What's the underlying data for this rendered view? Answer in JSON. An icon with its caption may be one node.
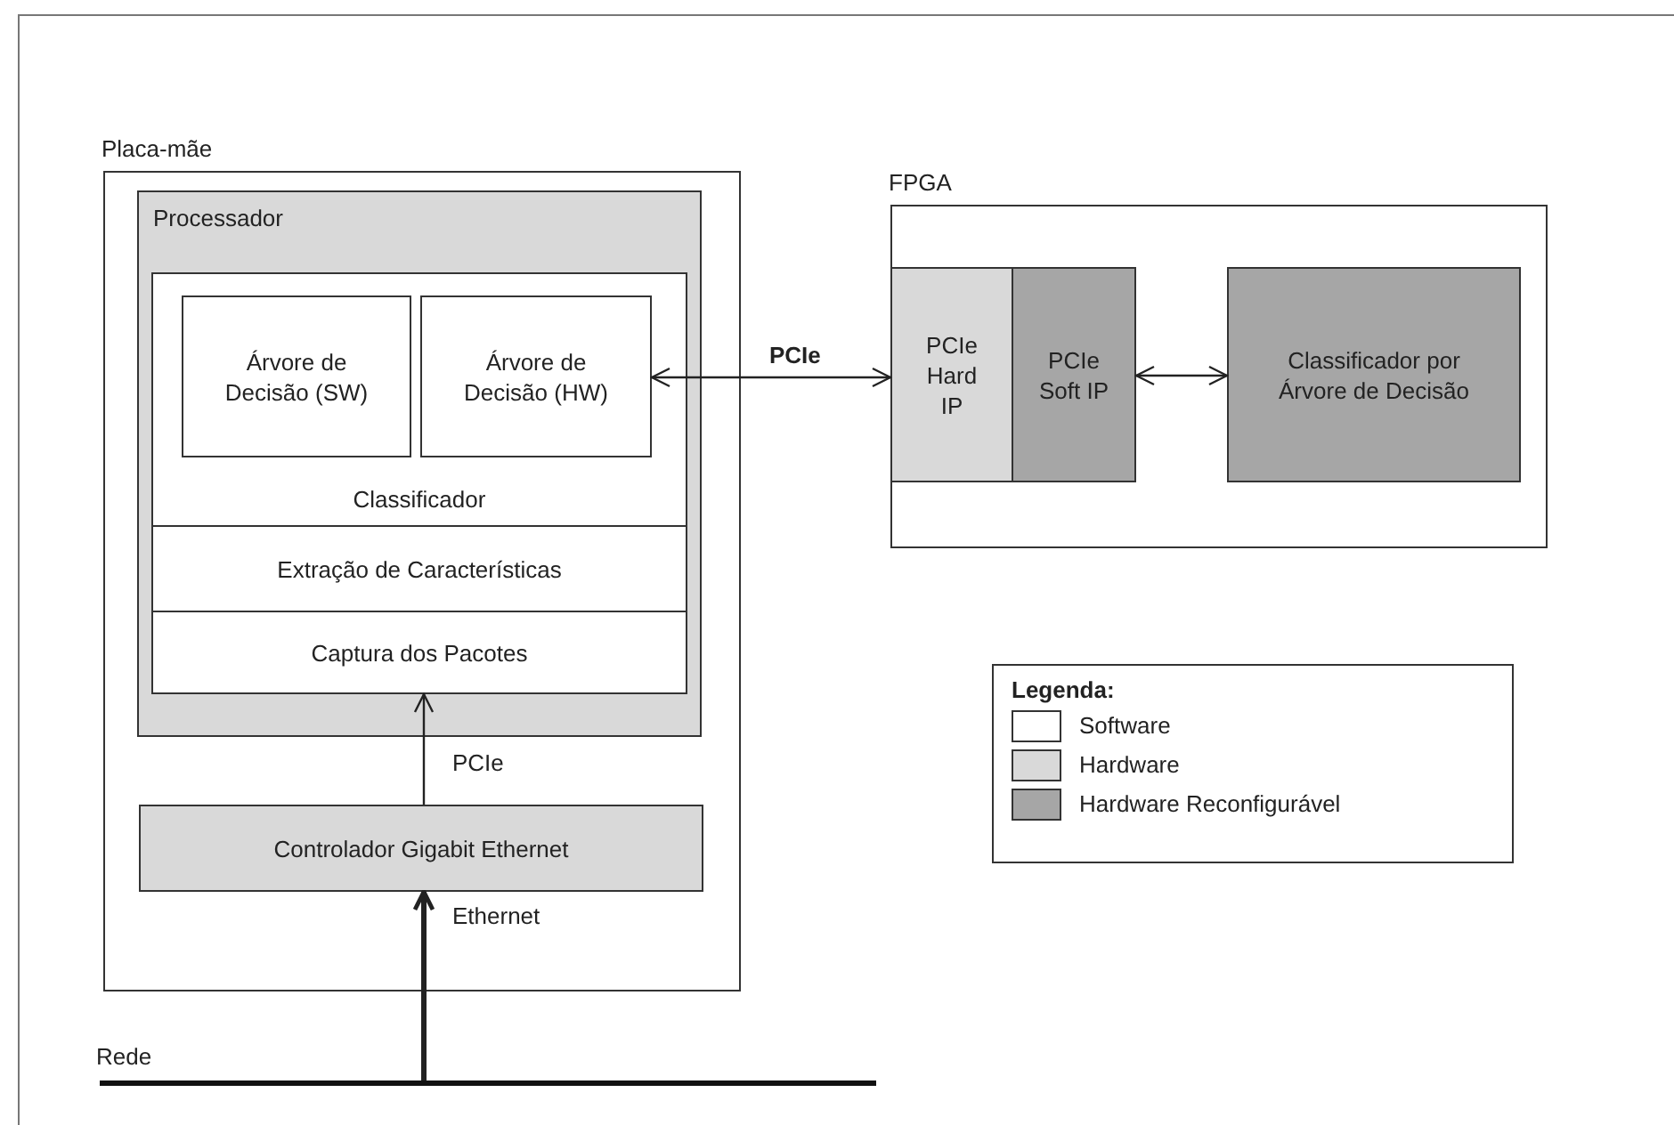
{
  "diagram": {
    "nodes": [
      {
        "text": [
          "Placa-mãe"
        ]
      },
      {
        "text": [
          "Processador"
        ],
        "in": 0
      },
      {
        "text": [
          "Classificador"
        ],
        "in": 1
      },
      {
        "text": [
          "Árvore de Decisão (SW)"
        ],
        "in": 2
      },
      {
        "text": [
          "Árvore de Decisão (HW)"
        ],
        "in": 2
      },
      {
        "text": [
          "Extração de Características"
        ],
        "in": 1
      },
      {
        "text": [
          "Captura dos Pacotes"
        ],
        "in": 1
      },
      {
        "text": [
          "Controlador Gigabit Ethernet"
        ],
        "in": 0
      },
      {
        "text": [
          "Rede"
        ]
      },
      {
        "text": [
          "FPGA"
        ]
      },
      {
        "text": [
          "PCIe Hard IP"
        ],
        "in": 9
      },
      {
        "text": [
          "PCIe Soft IP"
        ],
        "in": 9
      },
      {
        "text": [
          "Classificador por Árvore de Decisão"
        ],
        "in": 9
      }
    ],
    "edges": [
      {
        "from": 4,
        "to": 10,
        "arrow": "both",
        "label": "PCIe"
      },
      {
        "from": 11,
        "to": 12,
        "arrow": "both"
      },
      {
        "from": 7,
        "to": 6,
        "arrow": "to",
        "label": "PCIe"
      },
      {
        "from": 8,
        "to": 7,
        "arrow": "to",
        "label": "Ethernet",
        "style": "thick"
      }
    ],
    "labels": [
      "Legenda:"
    ],
    "legend": [
      {
        "text": "Software",
        "color": "#ffffff"
      },
      {
        "text": "Hardware",
        "color": "#d9d9d9"
      },
      {
        "text": "Hardware Reconfigurável",
        "color": "#a6a6a6"
      }
    ]
  }
}
